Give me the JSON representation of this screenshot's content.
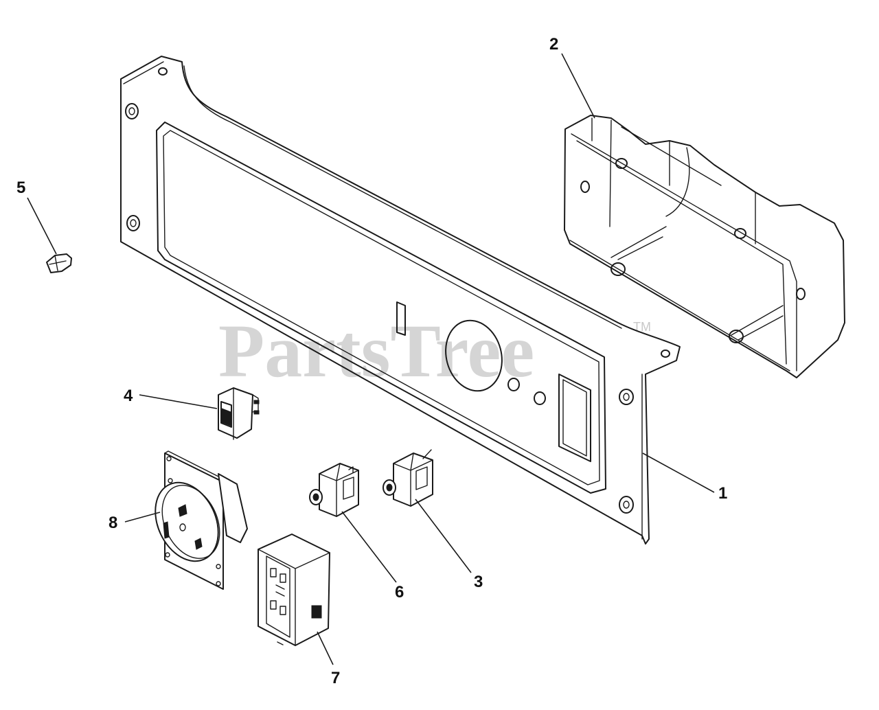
{
  "watermark": {
    "text": "PartsTree",
    "trademark": "TM"
  },
  "callouts": [
    {
      "id": "1",
      "label": "1"
    },
    {
      "id": "2",
      "label": "2"
    },
    {
      "id": "3",
      "label": "3"
    },
    {
      "id": "4",
      "label": "4"
    },
    {
      "id": "5",
      "label": "5"
    },
    {
      "id": "6",
      "label": "6"
    },
    {
      "id": "7",
      "label": "7"
    },
    {
      "id": "8",
      "label": "8"
    }
  ]
}
